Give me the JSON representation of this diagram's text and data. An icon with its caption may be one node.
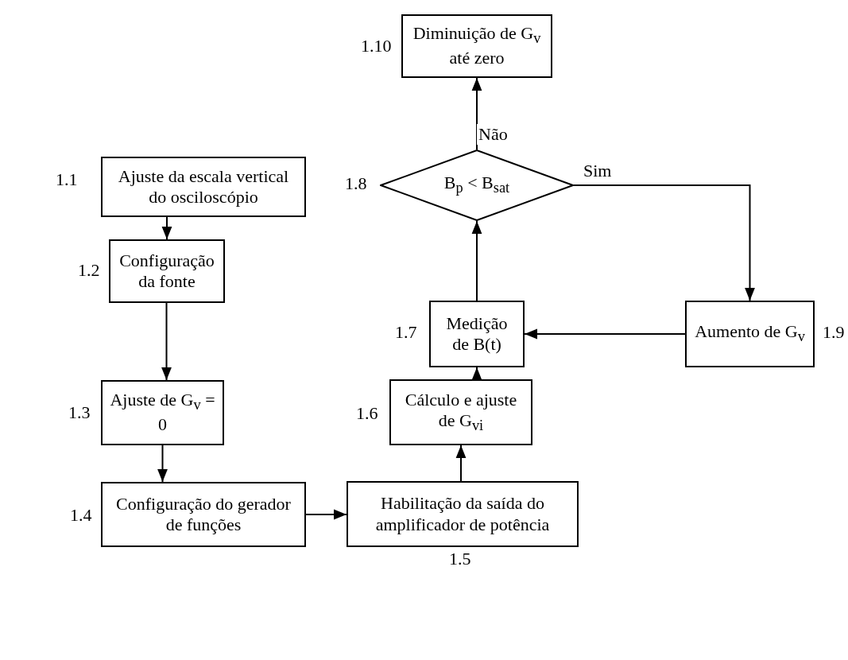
{
  "diagram": {
    "nodes": [
      {
        "text": [
          "Ajuste da escala vertical do osciloscópio"
        ],
        "beside": [
          "1.1"
        ]
      },
      {
        "text": [
          "Configuração da fonte"
        ],
        "beside": [
          "1.2"
        ]
      },
      {
        "text": [
          "Ajuste de G$_{v}$ = 0"
        ],
        "beside": [
          "1.3"
        ]
      },
      {
        "text": [
          "Configuração do gerador de funções"
        ],
        "beside": [
          "1.4"
        ]
      },
      {
        "text": [
          "Habilitação da saída do amplificador de potência"
        ],
        "beside": [
          "1.5"
        ]
      },
      {
        "text": [
          "Cálculo e ajuste de G$_{vi}$"
        ],
        "beside": [
          "1.6"
        ]
      },
      {
        "text": [
          "Medição de B(t)"
        ],
        "beside": [
          "1.7"
        ]
      },
      {
        "text": [
          "B$_{p}$ < B$_{sat}$"
        ],
        "beside": [
          "1.8"
        ]
      },
      {
        "text": [
          "Aumento de G$_{v}$"
        ],
        "beside": [
          "1.9"
        ]
      },
      {
        "text": [
          "Diminuição de G$_{v}$ até zero"
        ],
        "beside": [
          "1.10"
        ]
      }
    ],
    "edges": [
      {
        "from": 0,
        "to": 1,
        "arrow": "to"
      },
      {
        "from": 1,
        "to": 2,
        "arrow": "to"
      },
      {
        "from": 2,
        "to": 3,
        "arrow": "to"
      },
      {
        "from": 3,
        "to": 4,
        "arrow": "to"
      },
      {
        "from": 4,
        "to": 5,
        "arrow": "to"
      },
      {
        "from": 5,
        "to": 6,
        "arrow": "to"
      },
      {
        "from": 6,
        "to": 7,
        "arrow": "to"
      },
      {
        "from": 7,
        "to": 9,
        "arrow": "to",
        "label": "Não"
      },
      {
        "from": 7,
        "to": 8,
        "arrow": "to",
        "label": "Sim"
      },
      {
        "from": 8,
        "to": 6,
        "arrow": "to"
      }
    ]
  }
}
